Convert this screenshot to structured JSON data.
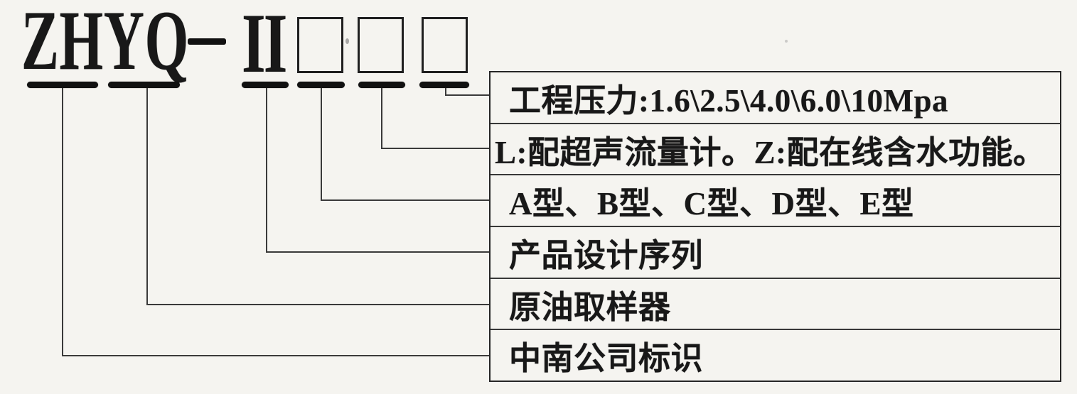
{
  "code": {
    "full": "ZHYQ-Ⅱ□□□",
    "prefix": "ZHYQ",
    "separator": "-",
    "series_numeral": "II",
    "placeholder_box_count": 3
  },
  "legend": {
    "rows": [
      {
        "label": "工程压力:1.6\\2.5\\4.0\\6.0\\10Mpa"
      },
      {
        "label": "L:配超声流量计。Z:配在线含水功能。"
      },
      {
        "label": "A型、B型、C型、D型、E型"
      },
      {
        "label": "产品设计序列"
      },
      {
        "label": "原油取样器"
      },
      {
        "label": "中南公司标识"
      }
    ]
  },
  "colors": {
    "paper": "#f5f4f0",
    "ink": "#181818",
    "bar": "#111111",
    "line": "#3a3a3a",
    "border": "#262626"
  }
}
